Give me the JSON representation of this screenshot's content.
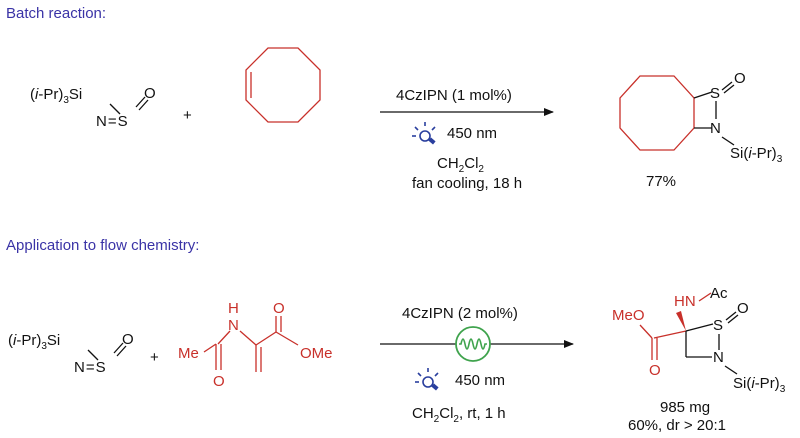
{
  "batch": {
    "heading": "Batch reaction:",
    "reagent": {
      "ipr_open": "(",
      "ipr_i": "i",
      "ipr_rest": "-Pr)",
      "sub3": "3",
      "si": "Si",
      "n": "N",
      "eq": "=",
      "s": "S",
      "o": "O"
    },
    "plus": "+",
    "catalyst": "4CzIPN (1 mol%)",
    "wavelength": "450 nm",
    "solvent": {
      "ch": "CH",
      "sub2a": "2",
      "cl": "Cl",
      "sub2b": "2"
    },
    "conditions": "fan cooling, 18 h",
    "product": {
      "s": "S",
      "o": "O",
      "n": "N",
      "si_open": "Si(",
      "si_i": "i",
      "si_rest": "-Pr)",
      "sub3": "3"
    },
    "yield": "77%"
  },
  "flow": {
    "heading": "Application to flow chemistry:",
    "reagent": {
      "ipr_open": "(",
      "ipr_i": "i",
      "ipr_rest": "-Pr)",
      "sub3": "3",
      "si": "Si",
      "n": "N",
      "eq": "=",
      "s": "S",
      "o": "O"
    },
    "plus": "+",
    "substrate": {
      "me": "Me",
      "n": "N",
      "h": "H",
      "o1": "O",
      "o2": "O",
      "ome": "OMe"
    },
    "catalyst": "4CzIPN (2 mol%)",
    "wavelength": "450 nm",
    "solvent": {
      "ch": "CH",
      "sub2a": "2",
      "cl": "Cl",
      "sub2b": "2",
      "rest": ", rt, 1 h"
    },
    "product": {
      "meo": "MeO",
      "o": "O",
      "hn": "HN",
      "ac": "Ac",
      "s": "S",
      "so": "O",
      "n": "N",
      "si_open": "Si(",
      "si_i": "i",
      "si_rest": "-Pr)",
      "sub3": "3"
    },
    "mass": "985 mg",
    "yield": "60%, dr > 20:1"
  },
  "colors": {
    "heading": "#3a33a6",
    "highlight": "#c8302a",
    "lamp": "#2a3f9e",
    "reactor": "#3fa34d"
  }
}
